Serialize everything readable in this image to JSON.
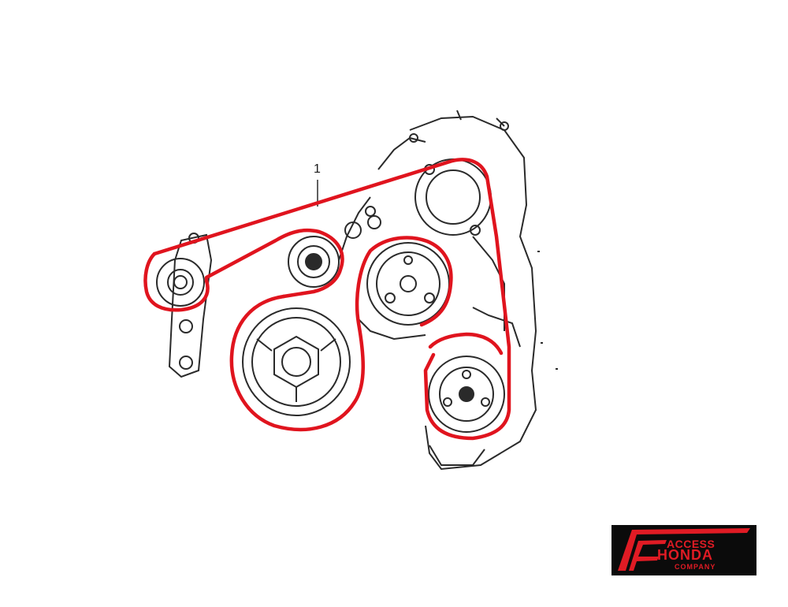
{
  "diagram": {
    "callout_label": "1",
    "belt_color": "#e0141e",
    "line_color": "#2a2a2a"
  },
  "logo": {
    "line1": "ACCESS",
    "line2": "HONDA",
    "line3": "COMPANY",
    "text_color": "#e01b24",
    "background": "#0b0b0b"
  }
}
